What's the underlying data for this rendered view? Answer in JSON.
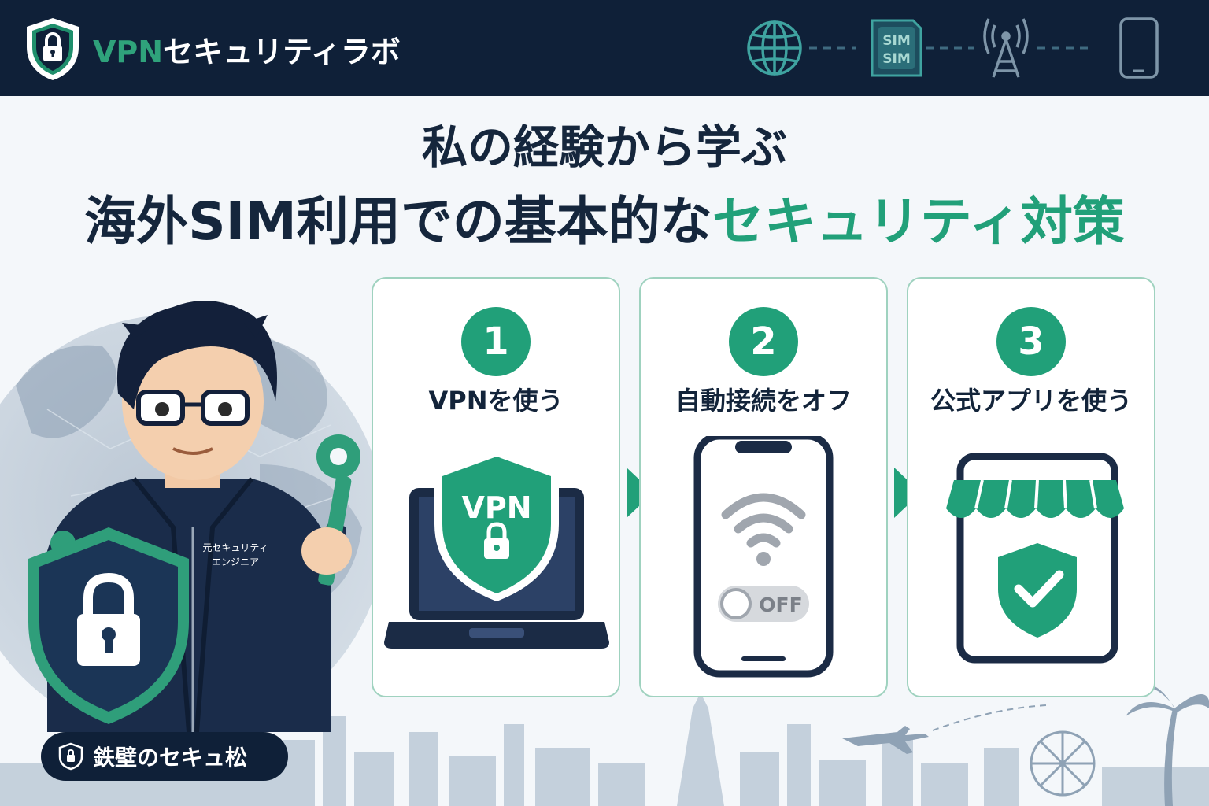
{
  "header": {
    "brand_accent": "VPN",
    "brand_rest": "セキュリティラボ",
    "icons": [
      "globe-icon",
      "sim-card-icon",
      "cell-tower-icon",
      "smartphone-icon"
    ],
    "sim_text_top": "SIM",
    "sim_text_bottom": "SIM"
  },
  "title": {
    "line1": "私の経験から学ぶ",
    "line2_main": "海外SIM利用での基本的な",
    "line2_accent": "セキュリティ対策"
  },
  "steps": [
    {
      "number": "1",
      "label": "VPNを使う",
      "icon": "vpn-laptop-icon",
      "shield_text": "VPN"
    },
    {
      "number": "2",
      "label": "自動接続をオフ",
      "icon": "smartphone-wifi-off-icon",
      "toggle_text": "OFF"
    },
    {
      "number": "3",
      "label": "公式アプリを使う",
      "icon": "app-store-shield-icon"
    }
  ],
  "character": {
    "patch_line1": "元セキュリティ",
    "patch_line2": "エンジニア",
    "name": "鉄壁のセキュ松"
  },
  "colors": {
    "navy": "#0f2038",
    "accent_green": "#21a079",
    "background": "#f4f7fa"
  }
}
